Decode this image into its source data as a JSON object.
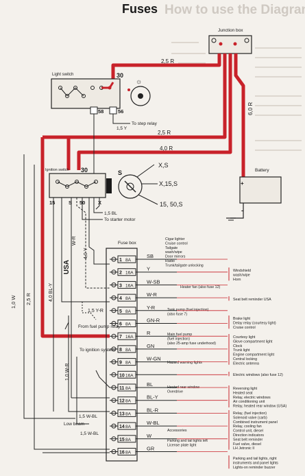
{
  "header": {
    "title": "Fuses",
    "ghost_text": "How to use the Diagram"
  },
  "labels": {
    "junction_box": "Junction box",
    "light_switch": "Light switch",
    "ignition_switch": "Ignition switch",
    "battery": "Battery",
    "fuse_box": "Fuse box",
    "to_step_relay": "To step relay",
    "to_starter_motor": "To starter motor",
    "from_fuel_pump_relay": "From fuel pump relay",
    "to_ignition_system": "To ignition system",
    "low_beam": "Low beam",
    "usa": "USA",
    "plus": "+",
    "minus": "-"
  },
  "terminals": {
    "t30_light": "30",
    "t58": "58",
    "t56": "56",
    "t30_ign": "30",
    "t15": "15",
    "t50": "50",
    "tx": "X",
    "ts_sw": "S",
    "t_s": "S",
    "xs": "X,S",
    "x15s": "X,15,S",
    "s50s": "15, 50,S"
  },
  "wires": {
    "r25_top": "2,5 R",
    "r60": "6,0 R",
    "r25_mid": "2,5 R",
    "r40": "4,0 R",
    "y15": "1,5 Y",
    "bl15": "1,5 BL",
    "wr": "W-R",
    "y40": "4,0-Y",
    "w10": "1,0 W",
    "r25_left": "2,5 R",
    "bly40": "4,0 BL-Y",
    "yr15": "1,5 Y-R",
    "wr10": "1,0 W-R",
    "wbl15a": "1,5 W-BL",
    "wbl15b": "1,5 W-BL"
  },
  "fuses": [
    {
      "no": "1",
      "amps": "8A",
      "wire": "SB"
    },
    {
      "no": "2",
      "amps": "16A",
      "wire": "Y"
    },
    {
      "no": "3",
      "amps": "16A",
      "wire": "W-SB"
    },
    {
      "no": "4",
      "amps": "8A",
      "wire": "W-R"
    },
    {
      "no": "5",
      "amps": "8A",
      "wire": "Y-R"
    },
    {
      "no": "6",
      "amps": "8A",
      "wire": "GN-R"
    },
    {
      "no": "7",
      "amps": "16A",
      "wire": "R"
    },
    {
      "no": "8",
      "amps": "8A",
      "wire": "GN"
    },
    {
      "no": "9",
      "amps": "8A",
      "wire": "W-GN"
    },
    {
      "no": "10",
      "amps": "16A",
      "wire": ""
    },
    {
      "no": "11",
      "amps": "8A",
      "wire": "BL"
    },
    {
      "no": "12",
      "amps": "8A",
      "wire": "BL-Y"
    },
    {
      "no": "13",
      "amps": "8A",
      "wire": "BL-R"
    },
    {
      "no": "14",
      "amps": "8A",
      "wire": "W-BL"
    },
    {
      "no": "15",
      "amps": "8A",
      "wire": "W"
    },
    {
      "no": "16",
      "amps": "8A",
      "wire": "GR"
    }
  ],
  "consumers": {
    "c1": [
      "Cigar lighter",
      "Cruise control",
      "Tailgate",
      "wash/wipe",
      "Door mirrors",
      "Radio",
      "Trunk/tailgate unlocking"
    ],
    "c2": [
      "Windshield",
      "wash/wipe",
      "Horn"
    ],
    "c3": [
      "Heater fan (also fuse 12)"
    ],
    "c4": [
      "Seat belt reminder USA"
    ],
    "c5": [
      "Tank pump (fuel injection)",
      "(also fuse 7)"
    ],
    "c6": [
      "Brake light",
      "Delay relay (courtesy light)",
      "Cruise control"
    ],
    "c7": [
      "Main fuel pump",
      "(fuel injection)",
      "(also 25-amp fuse underhood)"
    ],
    "c8": [
      "Courtesy light",
      "Glove compartment light",
      "Clock",
      "Trunk light",
      "Engine compartment light",
      "Central locking",
      "Electric antenna"
    ],
    "c9": [
      "Hazard warning lights"
    ],
    "c10": [
      "Electric windows (also fuse 12)"
    ],
    "c11": [
      "Heated rear window",
      "Overdrive"
    ],
    "c12": [
      "Reversing light",
      "Heated seat",
      "Relay, electric windows",
      "Air conditioning unit",
      "Relay, heated rear window (USA)"
    ],
    "c13": [
      "Relay, (fuel injection)",
      "Solenoid valve (carb)",
      "Combined instrument panel",
      "Relay, cooling fan",
      "Control unit, diesel",
      "Direction indicators",
      "Seat belt reminder",
      "Fuel valve, diesel",
      "LH Jetronic II"
    ],
    "c14": [
      "Accessories"
    ],
    "c15": [
      "Parking and tail lights left",
      "License plate light"
    ],
    "c16": [
      "Parking and tail lights, right",
      "instruments and panel lights",
      "Lights-on reminder buzzer"
    ]
  },
  "colors": {
    "wire_red": "#c8222a",
    "paper": "#f4f1ec",
    "ink": "#1a1a1a"
  }
}
